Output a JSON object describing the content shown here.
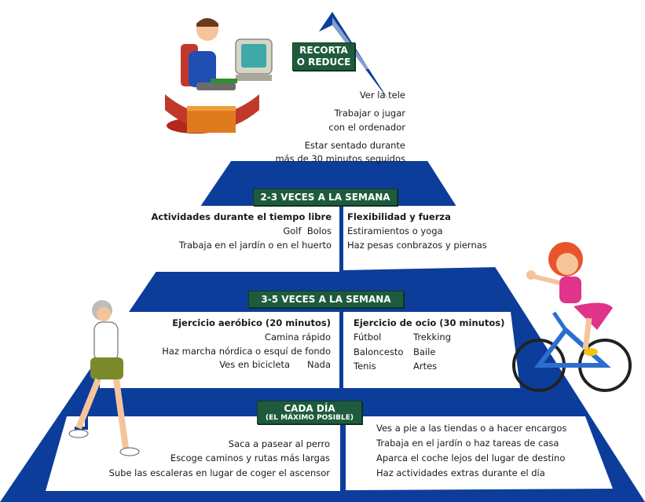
{
  "colors": {
    "pyramid_blue": "#0d3d9a",
    "panel_white": "#ffffff",
    "badge_green": "#1e5b3c",
    "text": "#1a1a1a"
  },
  "top": {
    "badge": [
      "RECORTA",
      "O REDUCE"
    ],
    "items": [
      "Ver la tele",
      "Trabajar o jugar",
      "con el ordenador",
      "Estar sentado durante",
      "más de 30 minutos seguidos"
    ],
    "illustration": "person-at-computer-icon"
  },
  "tier2": {
    "badge": "2-3 VECES A LA SEMANA",
    "left": {
      "heading": "Actividades durante el tiempo libre",
      "lines": [
        "Golf  Bolos",
        "Trabaja en el jardín o en el huerto"
      ]
    },
    "right": {
      "heading": "Flexibilidad y fuerza",
      "lines": [
        "Estiramientos o yoga",
        "Haz pesas conbrazos y piernas"
      ]
    }
  },
  "tier3": {
    "badge": "3-5 VECES A LA SEMANA",
    "left": {
      "heading": "Ejercicio aeróbico (20 minutos)",
      "lines": [
        "Camina rápido",
        "Haz marcha nórdica o esquí de fondo",
        "Ves en bicicleta      Nada"
      ]
    },
    "right": {
      "heading": "Ejercicio de ocio (30 minutos)",
      "pairs": [
        [
          "Fútbol",
          "Trekking"
        ],
        [
          "Baloncesto",
          "Baile"
        ],
        [
          "Tenis",
          "Artes"
        ]
      ]
    }
  },
  "base": {
    "badge": [
      "CADA DÍA",
      "(EL MÁXIMO POSIBLE)"
    ],
    "left": [
      "Saca a pasear al perro",
      "Escoge caminos y rutas más largas",
      "Sube las escaleras en lugar de coger el ascensor"
    ],
    "right": [
      "Ves a pie a las tiendas o a hacer encargos",
      "Trabaja en el jardín o haz tareas de casa",
      "Aparca el coche lejos del lugar de destino",
      "Haz actividades extras durante el día"
    ]
  },
  "illustrations": {
    "left": "elderly-woman-climbing-stairs-icon",
    "right": "woman-on-bicycle-icon"
  }
}
